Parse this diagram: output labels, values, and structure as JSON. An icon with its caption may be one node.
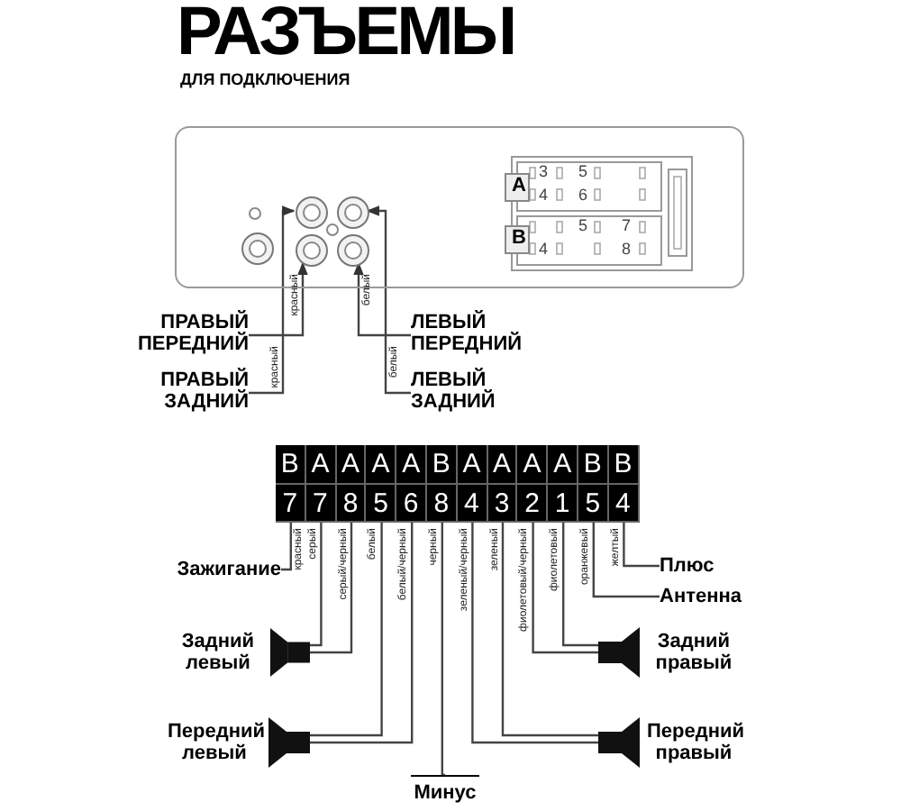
{
  "diagram": {
    "title": "РАЗЪЕМЫ",
    "caption": "ДЛЯ ПОДКЛЮЧЕНИЯ",
    "nodes": [
      {
        "text": [],
        "shape": "box"
      },
      {
        "text": [],
        "shape": "circle",
        "in": 0
      },
      {
        "text": [],
        "shape": "circle",
        "in": 0
      },
      {
        "text": [],
        "shape": "circle",
        "in": 0
      },
      {
        "text": [],
        "shape": "circle",
        "in": 0
      },
      {
        "text": [],
        "shape": "circle",
        "in": 0
      },
      {
        "text": [
          "ПРАВЫЙ ПЕРЕДНИЙ"
        ]
      },
      {
        "text": [
          "ЛЕВЫЙ ПЕРЕДНИЙ"
        ]
      },
      {
        "text": [
          "ПРАВЫЙ ЗАДНИЙ"
        ]
      },
      {
        "text": [
          "ЛЕВЫЙ ЗАДНИЙ"
        ]
      },
      {
        "text": [
          "B",
          "7"
        ]
      },
      {
        "text": [
          "A",
          "7"
        ]
      },
      {
        "text": [
          "A",
          "8"
        ]
      },
      {
        "text": [
          "A",
          "5"
        ]
      },
      {
        "text": [
          "A",
          "6"
        ]
      },
      {
        "text": [
          "B",
          "8"
        ]
      },
      {
        "text": [
          "A",
          "4"
        ]
      },
      {
        "text": [
          "A",
          "3"
        ]
      },
      {
        "text": [
          "A",
          "2"
        ]
      },
      {
        "text": [
          "A",
          "1"
        ]
      },
      {
        "text": [
          "B",
          "5"
        ]
      },
      {
        "text": [
          "B",
          "4"
        ]
      },
      {
        "text": [
          "Зажигание"
        ]
      },
      {
        "text": [
          "Плюс"
        ]
      },
      {
        "text": [
          "Антенна"
        ]
      },
      {
        "text": [
          "Задний левый"
        ]
      },
      {
        "text": [
          "Задний правый"
        ]
      },
      {
        "text": [
          "Передний левый"
        ]
      },
      {
        "text": [
          "Передний правый"
        ]
      },
      {
        "text": [
          "Минус"
        ]
      }
    ],
    "edges": [
      {
        "from": 6,
        "to": 4,
        "arrow": "to",
        "label": "красный"
      },
      {
        "from": 8,
        "to": 2,
        "arrow": "to",
        "label": "красный"
      },
      {
        "from": 7,
        "to": 5,
        "arrow": "to",
        "label": "белый"
      },
      {
        "from": 9,
        "to": 3,
        "arrow": "to",
        "label": "белый"
      },
      {
        "from": 10,
        "to": 22,
        "arrow": "none",
        "label": "красный"
      },
      {
        "from": 11,
        "to": 25,
        "arrow": "none",
        "label": "серый"
      },
      {
        "from": 12,
        "to": 25,
        "arrow": "none",
        "label": "серый/черный"
      },
      {
        "from": 13,
        "to": 27,
        "arrow": "none",
        "label": "белый"
      },
      {
        "from": 14,
        "to": 27,
        "arrow": "none",
        "label": "белый/черный"
      },
      {
        "from": 15,
        "to": 29,
        "arrow": "none",
        "label": "черный"
      },
      {
        "from": 16,
        "to": 28,
        "arrow": "none",
        "label": "зеленый/черный"
      },
      {
        "from": 17,
        "to": 28,
        "arrow": "none",
        "label": "зеленый"
      },
      {
        "from": 18,
        "to": 26,
        "arrow": "none",
        "label": "фиолетовый/черный"
      },
      {
        "from": 19,
        "to": 26,
        "arrow": "none",
        "label": "фиолетовый"
      },
      {
        "from": 20,
        "to": 24,
        "arrow": "none",
        "label": "оранжевый"
      },
      {
        "from": 21,
        "to": 23,
        "arrow": "none",
        "label": "желтый"
      }
    ],
    "labels": [
      "3",
      "5",
      "A",
      "4",
      "6",
      "5",
      "7",
      "B",
      "4",
      "8"
    ]
  }
}
